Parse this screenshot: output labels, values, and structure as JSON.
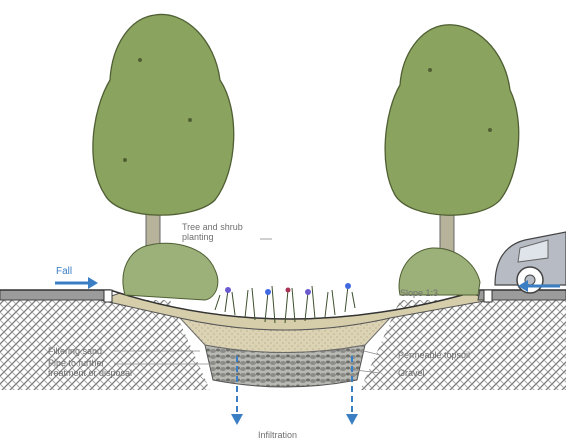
{
  "labels": {
    "tree": [
      "Tree and shrub",
      "planting"
    ],
    "fall": "Fall",
    "slope": "Slope 1:3",
    "filtering_sand": "Filtering sand",
    "pipe": [
      "Pipe to further",
      "treatment or disposal"
    ],
    "topsoil": "Permeable topsoil",
    "gravel": "Gravel",
    "infiltration": "Infiltration"
  },
  "icons": [
    "tree-icon",
    "shrub-icon",
    "car-icon",
    "flow-arrow-icon",
    "infiltration-arrow-icon"
  ],
  "colors": {
    "foliage": "#8aa35f",
    "trunk": "#b7b29a",
    "soil": "#d8cfae",
    "gravel": "#c5c5c0",
    "arrow": "#3a7fc4",
    "car": "#b7bcc4"
  }
}
